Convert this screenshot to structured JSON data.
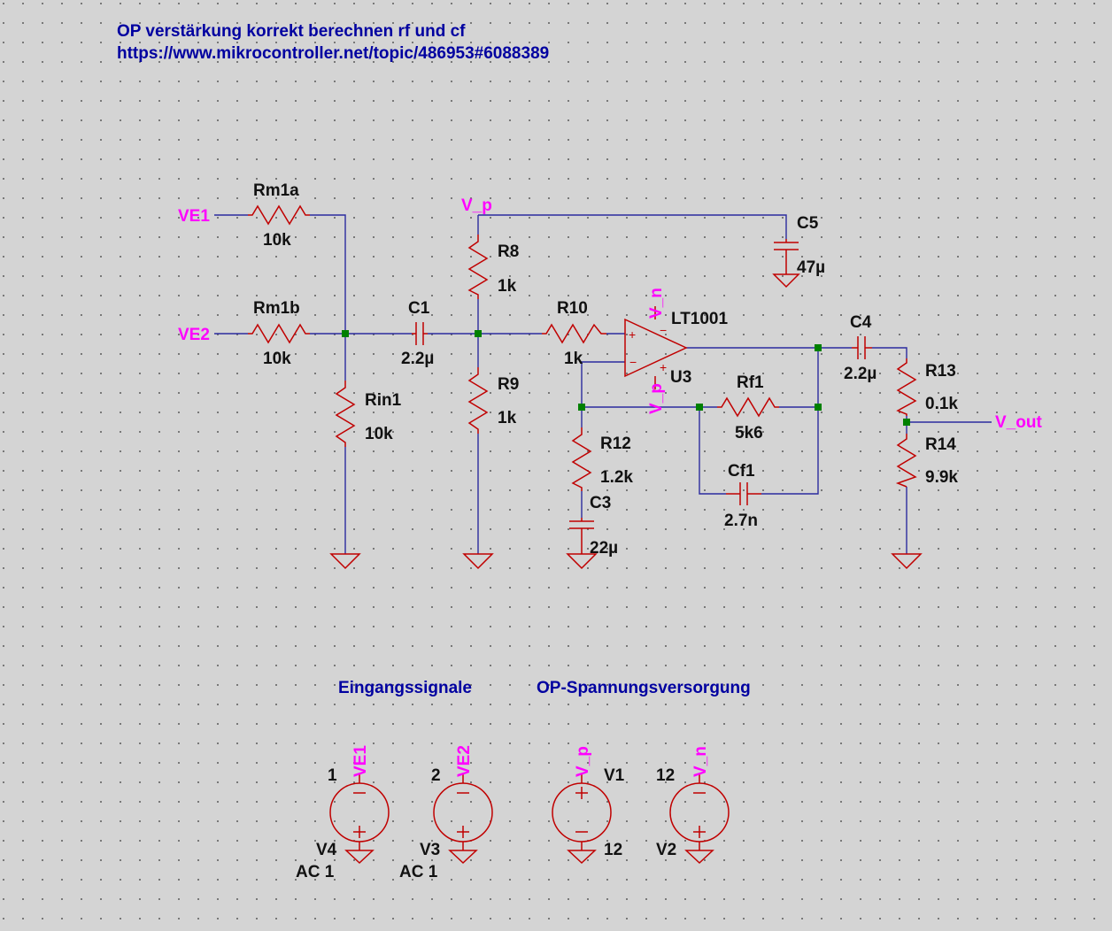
{
  "title_line1": "OP verstärkung korrekt berechnen rf und cf",
  "title_line2": "https://www.mikrocontroller.net/topic/486953#6088389",
  "nets": {
    "ve1": "VE1",
    "ve2": "VE2",
    "vp": "V_p",
    "vn": "V_n",
    "vout": "V_out"
  },
  "components": {
    "rm1a": {
      "name": "Rm1a",
      "value": "10k"
    },
    "rm1b": {
      "name": "Rm1b",
      "value": "10k"
    },
    "rin1": {
      "name": "Rin1",
      "value": "10k"
    },
    "c1": {
      "name": "C1",
      "value": "2.2µ"
    },
    "r8": {
      "name": "R8",
      "value": "1k"
    },
    "r9": {
      "name": "R9",
      "value": "1k"
    },
    "r10": {
      "name": "R10",
      "value": "1k"
    },
    "c5": {
      "name": "C5",
      "value": "47µ"
    },
    "opamp": {
      "name": "U3",
      "model": "LT1001"
    },
    "rf1": {
      "name": "Rf1",
      "value": "5k6"
    },
    "cf1": {
      "name": "Cf1",
      "value": "2.7n"
    },
    "r12": {
      "name": "R12",
      "value": "1.2k"
    },
    "c3": {
      "name": "C3",
      "value": "22µ"
    },
    "c4": {
      "name": "C4",
      "value": "2.2µ"
    },
    "r13": {
      "name": "R13",
      "value": "0.1k"
    },
    "r14": {
      "name": "R14",
      "value": "9.9k"
    }
  },
  "sections": {
    "inputs": "Eingangssignale",
    "supply": "OP-Spannungsversorgung"
  },
  "sources": {
    "v4": {
      "name": "V4",
      "value": "AC 1",
      "node_num": "1",
      "net": "VE1"
    },
    "v3": {
      "name": "V3",
      "value": "AC 1",
      "node_num": "2",
      "net": "VE2"
    },
    "v1": {
      "name": "V1",
      "value": "12",
      "net": "V_p"
    },
    "v2": {
      "name": "V2",
      "value": "12",
      "net": "V_n"
    }
  },
  "colors": {
    "background": "#d4d4d4",
    "wire": "#2b2b9f",
    "component": "#c00000",
    "net_label": "#ff00ff",
    "note_text": "#0000a0",
    "junction": "#008000"
  }
}
